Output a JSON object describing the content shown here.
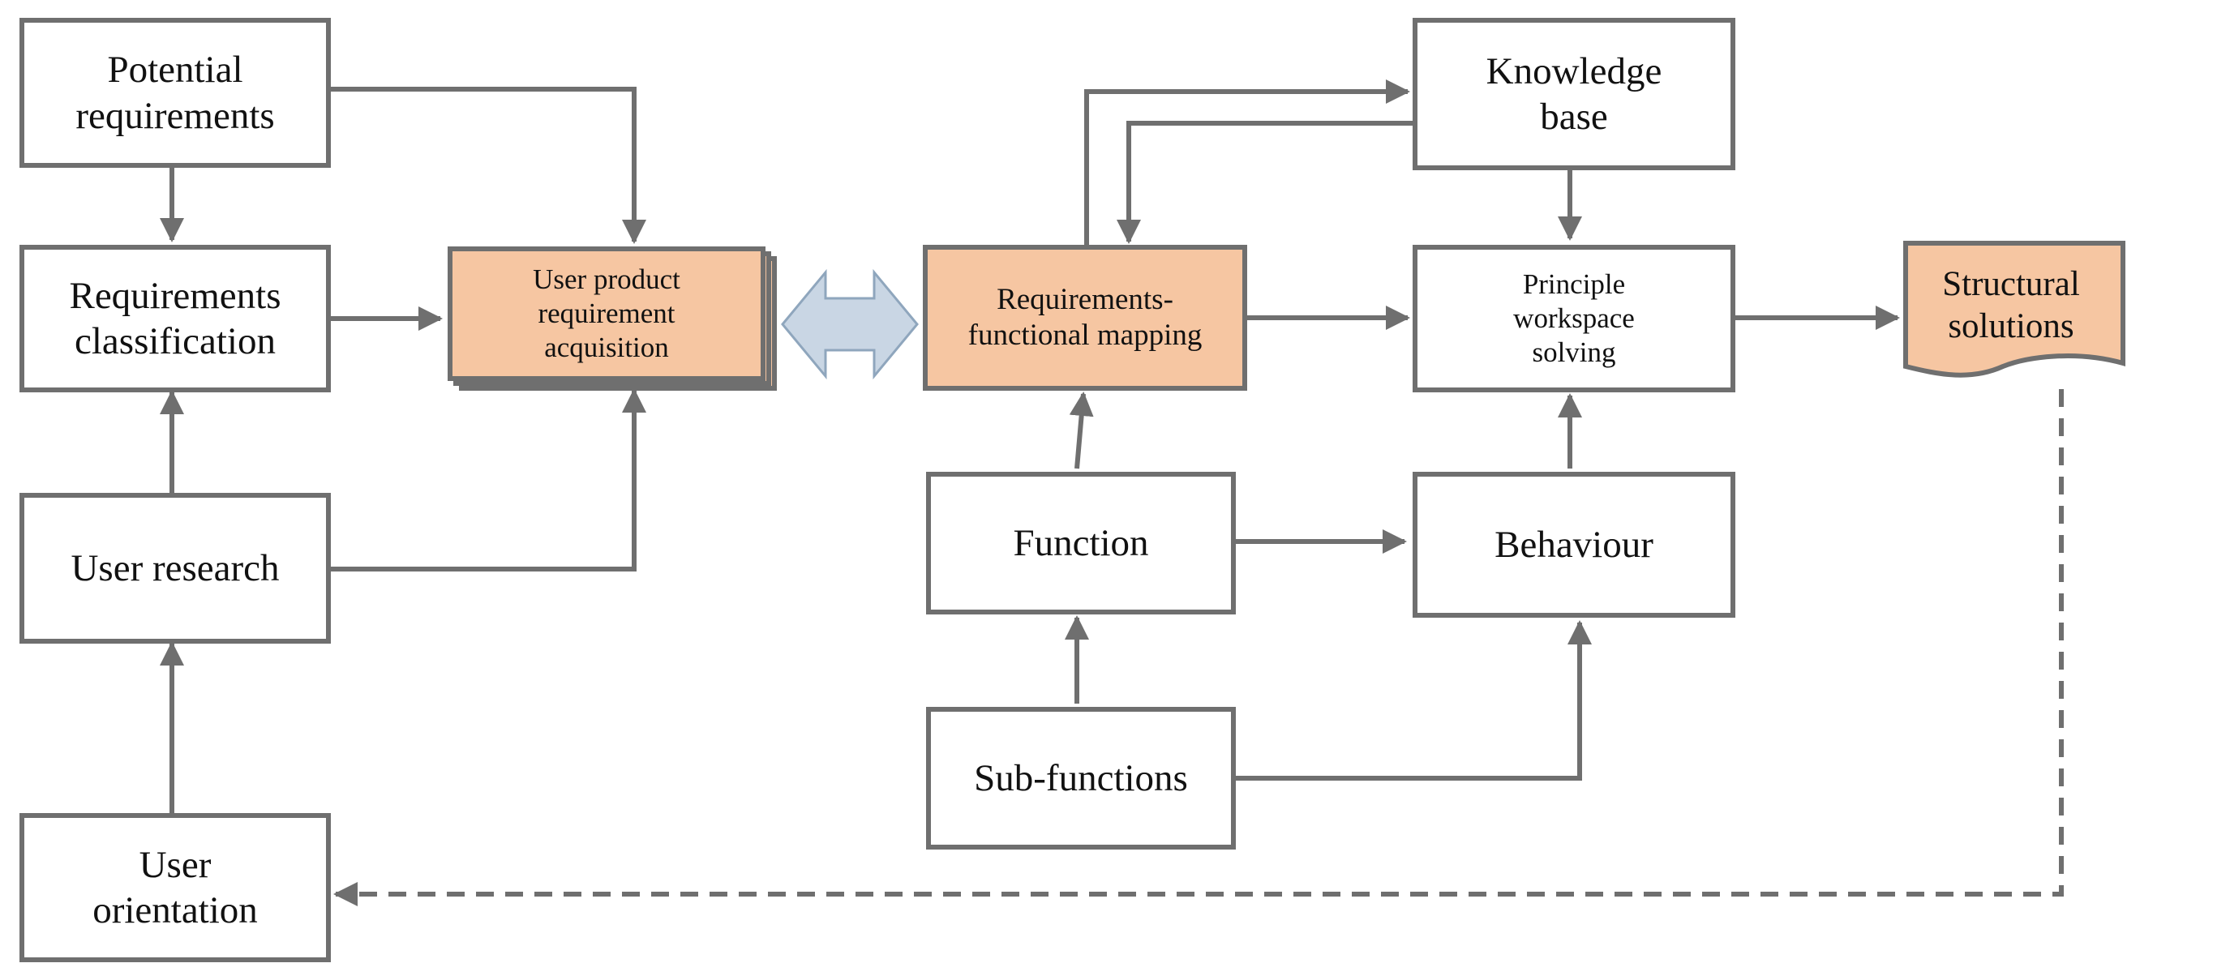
{
  "colors": {
    "box_border": "#6f6f6f",
    "arrow": "#6f6f6f",
    "highlight_fill": "#f6c6a2",
    "double_arrow_fill": "#c9d6e4"
  },
  "nodes": {
    "potential_requirements": "Potential\nrequirements",
    "requirements_classification": "Requirements\nclassification",
    "user_research": "User research",
    "user_orientation": "User\norientation",
    "user_product_requirement_acquisition": "User product\nrequirement\nacquisition",
    "requirements_functional_mapping": "Requirements-\nfunctional mapping",
    "knowledge_base": "Knowledge\nbase",
    "principle_workspace_solving": "Principle\nworkspace\nsolving",
    "structural_solutions": "Structural\nsolutions",
    "function": "Function",
    "behaviour": "Behaviour",
    "sub_functions": "Sub-functions"
  }
}
